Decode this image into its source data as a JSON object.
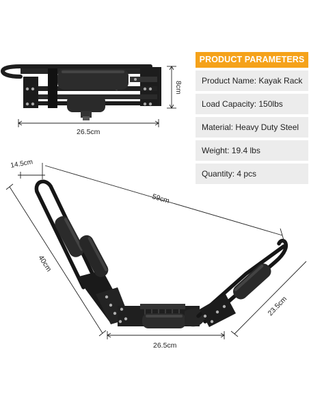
{
  "parameters": {
    "header": "PRODUCT PARAMETERS",
    "rows": [
      "Product Name: Kayak Rack",
      "Load Capacity: 150lbs",
      "Material: Heavy Duty Steel",
      "Weight: 19.4 lbs",
      "Quantity: 4 pcs"
    ]
  },
  "dimensions": {
    "top_width": "26.5cm",
    "top_height": "8cm",
    "top_offset": "14.5cm",
    "span": "59cm",
    "arm_left": "40cm",
    "arm_right": "23.5cm",
    "base_width": "26.5cm"
  },
  "colors": {
    "accent": "#f5a21a",
    "row_bg": "#ececec",
    "frame": "#1a1a1a",
    "foam": "#2b2b2b"
  }
}
